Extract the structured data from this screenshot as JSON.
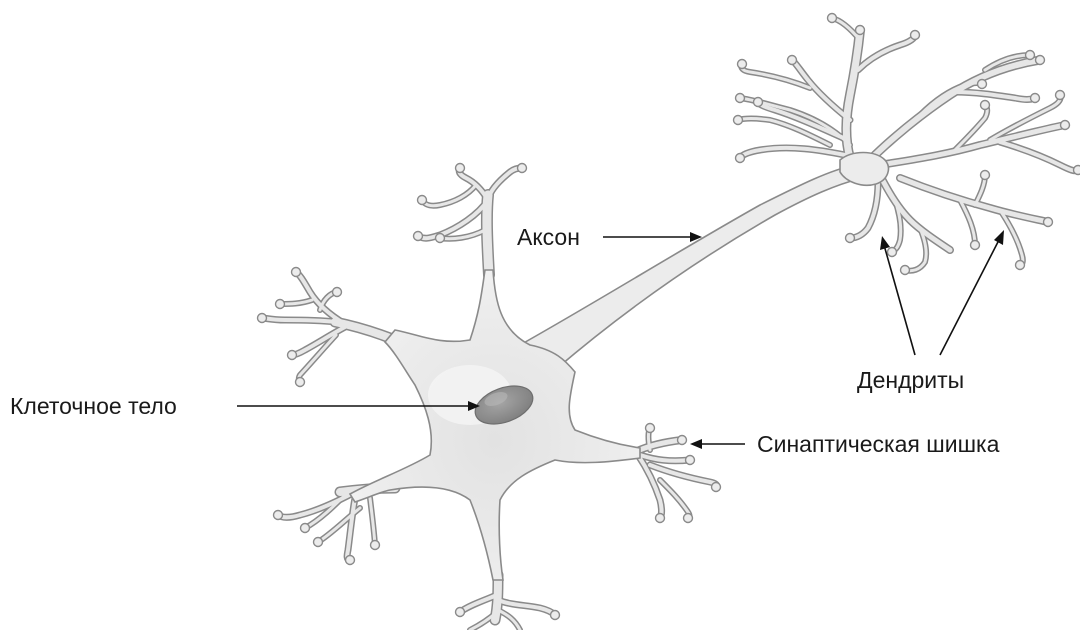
{
  "labels": {
    "axon": "Аксон",
    "cell_body": "Клеточное тело",
    "dendrites": "Дендриты",
    "synaptic_knob": "Синаптическая шишка"
  },
  "colors": {
    "membrane_fill": "#ececec",
    "membrane_outline": "#8a8a8a",
    "nucleus": "#8f8f8f",
    "text": "#1a1a1a"
  }
}
